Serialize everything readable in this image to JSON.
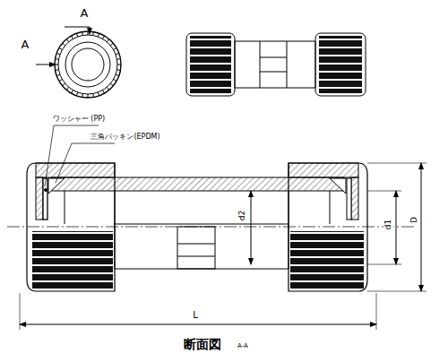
{
  "diagram": {
    "labels": [
      "A",
      "A",
      "ワッシャー (PP)",
      "三角パッキン(EPDM)",
      "d2",
      "d1",
      "D",
      "L",
      "断面図",
      "A-A"
    ]
  }
}
